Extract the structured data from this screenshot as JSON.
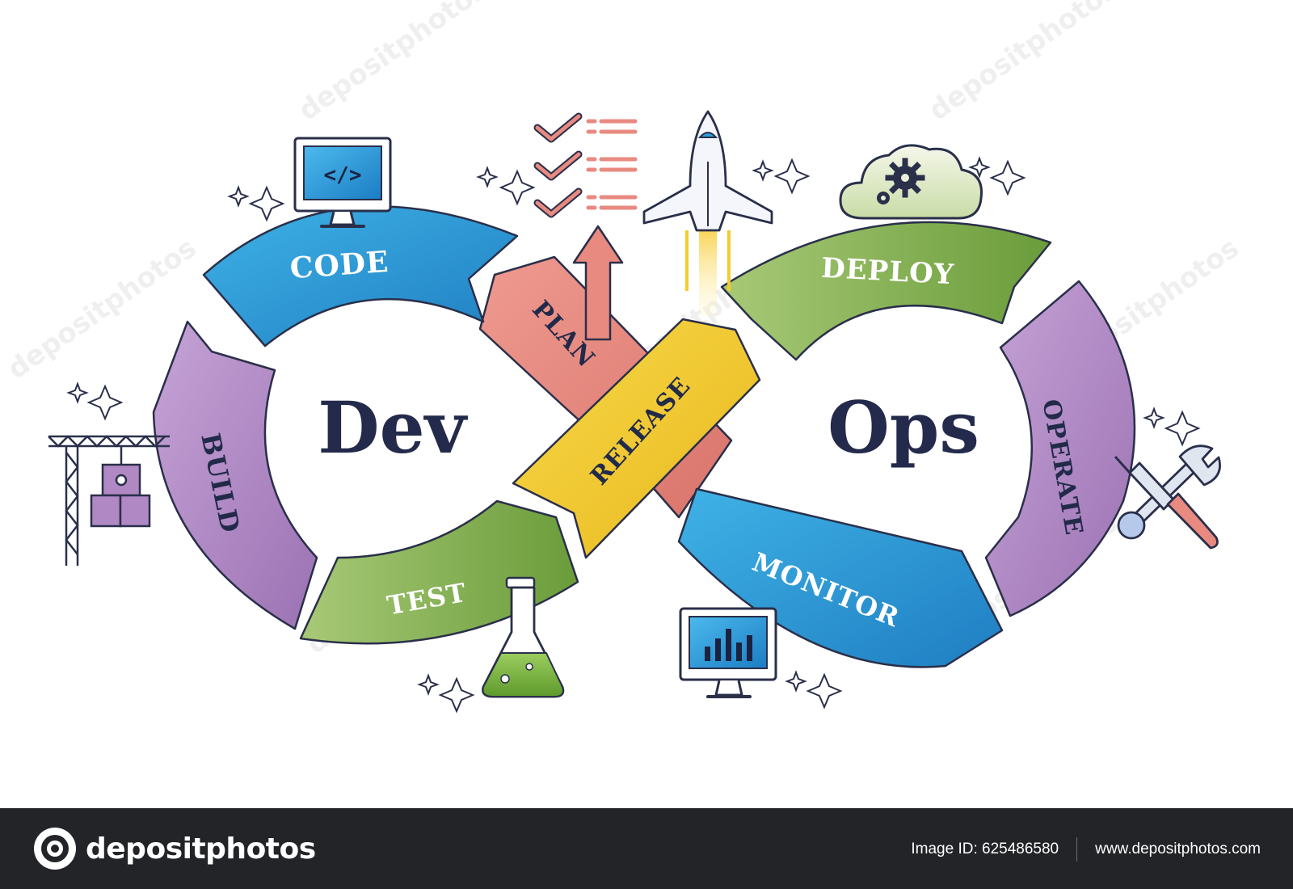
{
  "diagram": {
    "center": {
      "dev": "Dev",
      "ops": "Ops"
    },
    "stages": {
      "code": "CODE",
      "build": "BUILD",
      "test": "TEST",
      "plan": "PLAN",
      "release": "RELEASE",
      "deploy": "DEPLOY",
      "operate": "OPERATE",
      "monitor": "MONITOR"
    },
    "colors": {
      "blue": "#2b9fd8",
      "purple": "#b088c4",
      "green": "#7fae4e",
      "salmon": "#e88a80",
      "yellow": "#f3cc2e",
      "outline": "#2a2f4a"
    },
    "icons": [
      "monitor-code-icon",
      "checklist-icon",
      "arrow-up-icon",
      "rocket-icon",
      "cloud-gears-icon",
      "crane-puzzle-icon",
      "flask-icon",
      "monitor-chart-icon",
      "tools-icon",
      "sparkle-icon"
    ]
  },
  "watermark": "depositphotos",
  "footer": {
    "brand": "depositphotos",
    "image_id": "Image ID: 625486580",
    "site": "www.depositphotos.com"
  }
}
